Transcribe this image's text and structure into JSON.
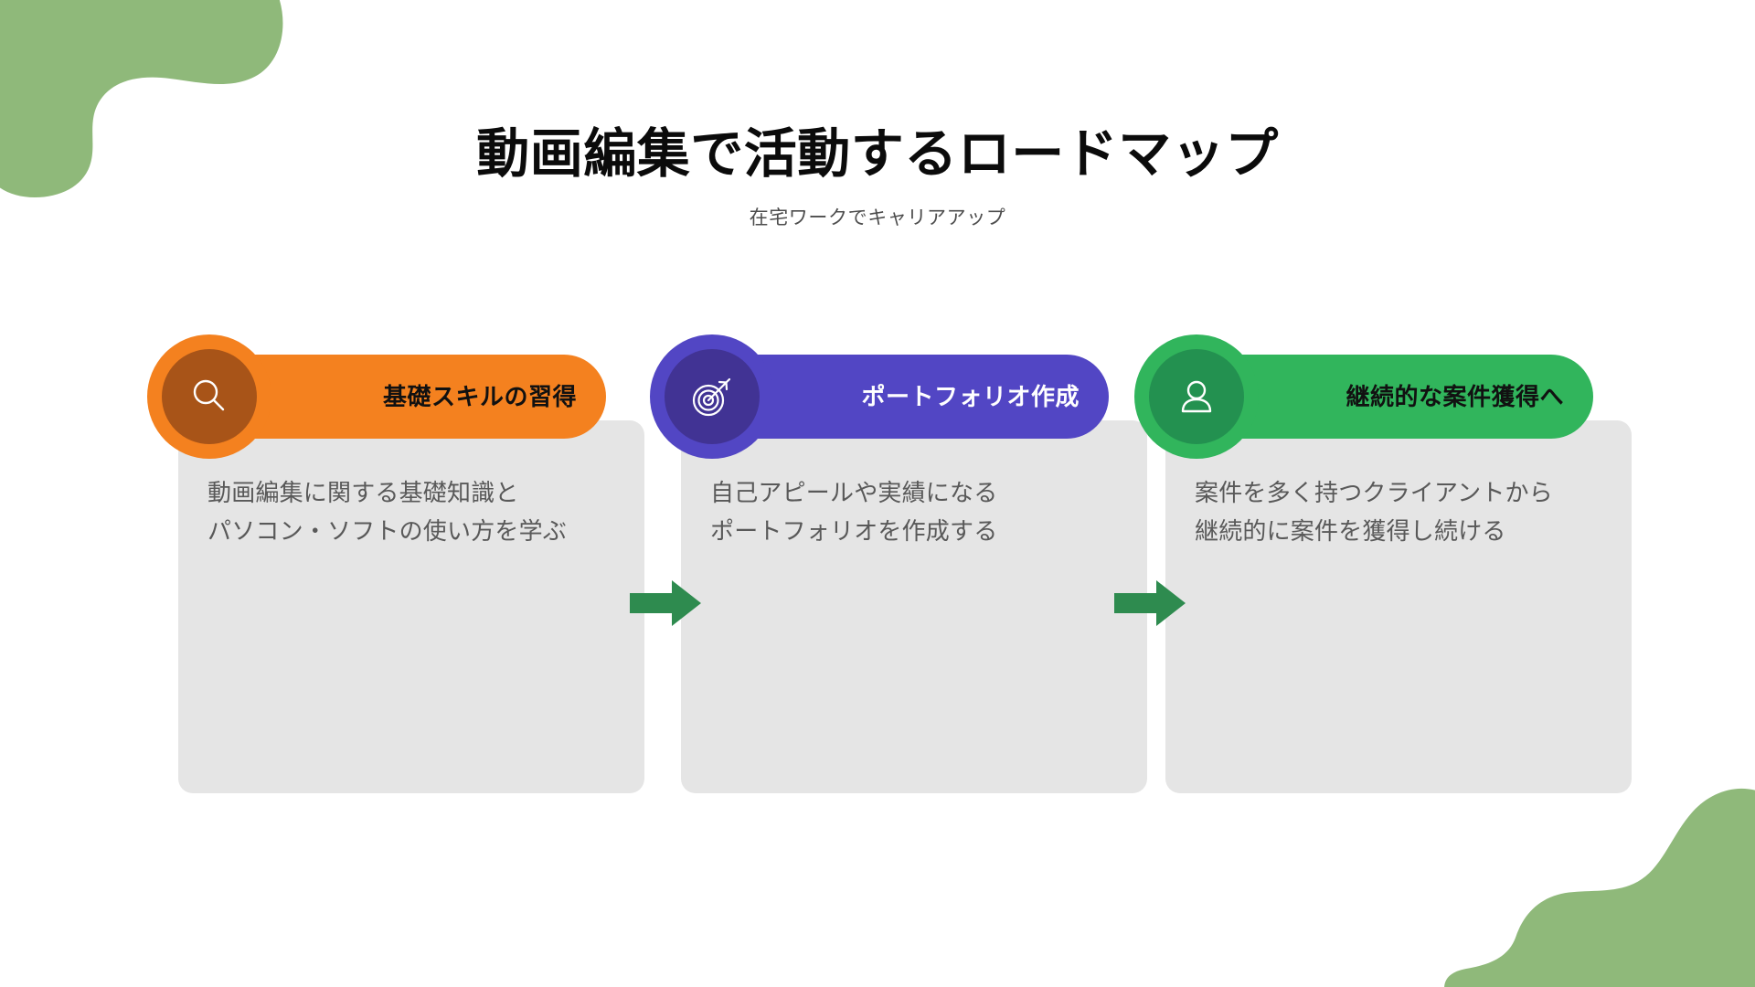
{
  "header": {
    "title": "動画編集で活動するロードマップ",
    "subtitle": "在宅ワークでキャリアアップ"
  },
  "colors": {
    "background": "#ffffff",
    "blob_green": "#8fb97a",
    "card_gray": "#e5e5e5",
    "body_text": "#595959",
    "title_text": "#0b0b0b",
    "subtitle_text": "#4d4d4d",
    "arrow_green": "#2e8b4f",
    "step1_accent": "#f4811f",
    "step1_accent_dark": "#a85418",
    "step2_accent": "#5246c4",
    "step2_accent_dark": "#413394",
    "step3_accent": "#31b55c",
    "step3_accent_dark": "#239150"
  },
  "steps": [
    {
      "id": "step-1",
      "badge_label": "基礎スキルの習得",
      "badge_text_color": "#111111",
      "icon": "search-icon",
      "body": "動画編集に関する基礎知識と\nパソコン・ソフトの使い方を学ぶ"
    },
    {
      "id": "step-2",
      "badge_label": "ポートフォリオ作成",
      "badge_text_color": "#ffffff",
      "icon": "target-arrow-icon",
      "body": "自己アピールや実績になる\nポートフォリオを作成する"
    },
    {
      "id": "step-3",
      "badge_label": "継続的な案件獲得へ",
      "badge_text_color": "#111111",
      "icon": "user-person-icon",
      "body": "案件を多く持つクライアントから\n継続的に案件を獲得し続ける"
    }
  ],
  "connectors": [
    {
      "id": "arrow-1",
      "icon": "arrow-right-icon"
    },
    {
      "id": "arrow-2",
      "icon": "arrow-right-icon"
    }
  ]
}
